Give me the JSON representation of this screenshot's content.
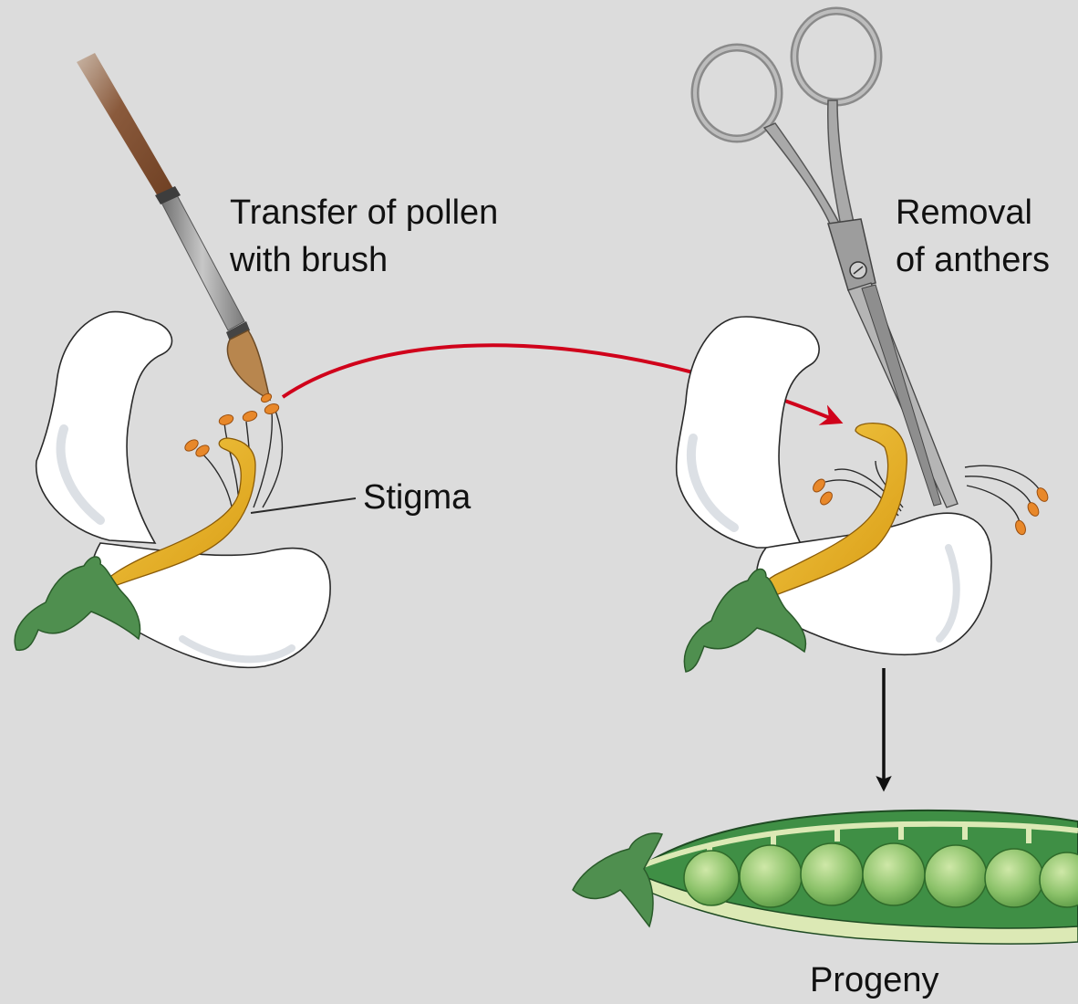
{
  "labels": {
    "transfer_line1": "Transfer of pollen",
    "transfer_line2": "with brush",
    "removal_line1": "Removal",
    "removal_line2": "of anthers",
    "stigma": "Stigma",
    "progeny": "Progeny"
  },
  "icons": [
    "paintbrush-icon",
    "scissors-icon",
    "flower-icon",
    "pea-pod-icon",
    "arrow-icon"
  ],
  "colors": {
    "background": "#dcdcdc",
    "transfer_arrow": "#d0021b",
    "pistil": "#e8b01e",
    "anther": "#e8882a",
    "sepal": "#4f8f4f",
    "pod": "#3f8f45",
    "pea": "#8cc26a"
  }
}
